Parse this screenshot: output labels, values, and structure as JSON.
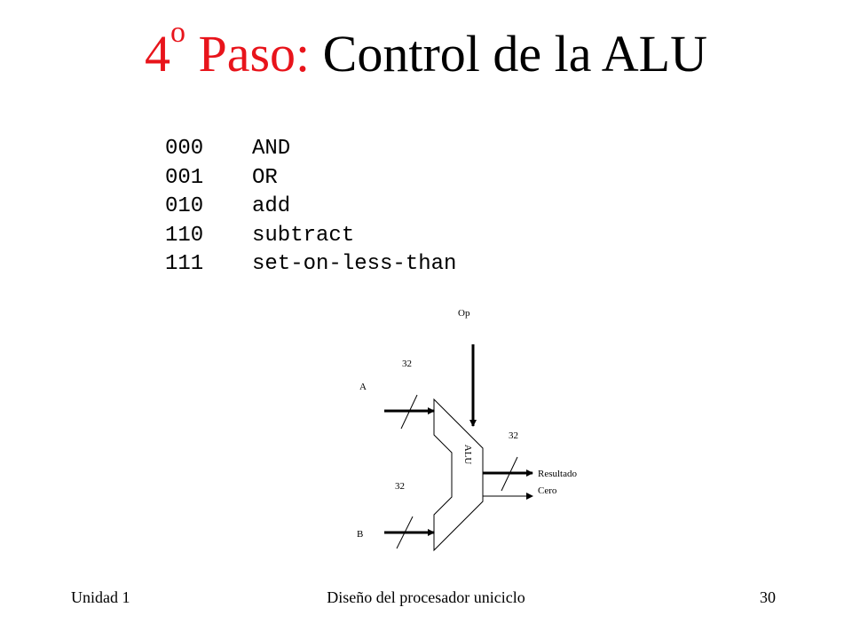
{
  "title": {
    "step_num": "4",
    "step_sup": "o",
    "step_word": "Paso:",
    "rest": "Control de la ALU"
  },
  "operations": [
    {
      "code": "000",
      "name": "AND"
    },
    {
      "code": "001",
      "name": "OR"
    },
    {
      "code": "010",
      "name": "add"
    },
    {
      "code": "110",
      "name": "subtract"
    },
    {
      "code": "111",
      "name": "set-on-less-than"
    }
  ],
  "diagram": {
    "op_label": "Op",
    "input_a_label": "A",
    "input_b_label": "B",
    "width_a": "32",
    "width_b": "32",
    "width_out": "32",
    "alu_label": "ALU",
    "result_label": "Resultado",
    "zero_label": "Cero"
  },
  "footer": {
    "left": "Unidad 1",
    "center": "Diseño del procesador uniciclo",
    "right": "30"
  },
  "colors": {
    "accent_red": "#e8141b"
  }
}
